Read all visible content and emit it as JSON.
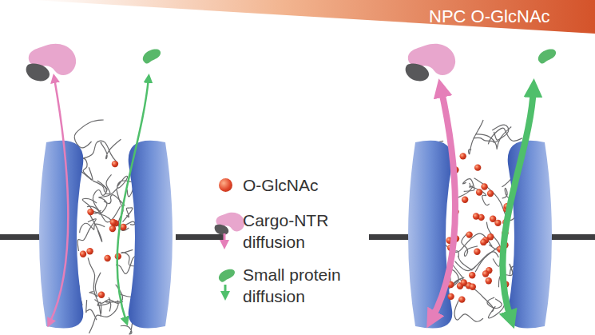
{
  "diagram": {
    "labels": [
      "NPC O-GlcNAc"
    ],
    "legend": [
      {
        "text": "O-GlcNAc",
        "color": "#e0462a"
      },
      {
        "text": "Cargo-NTR diffusion"
      },
      {
        "text": "Small protein diffusion"
      }
    ]
  }
}
